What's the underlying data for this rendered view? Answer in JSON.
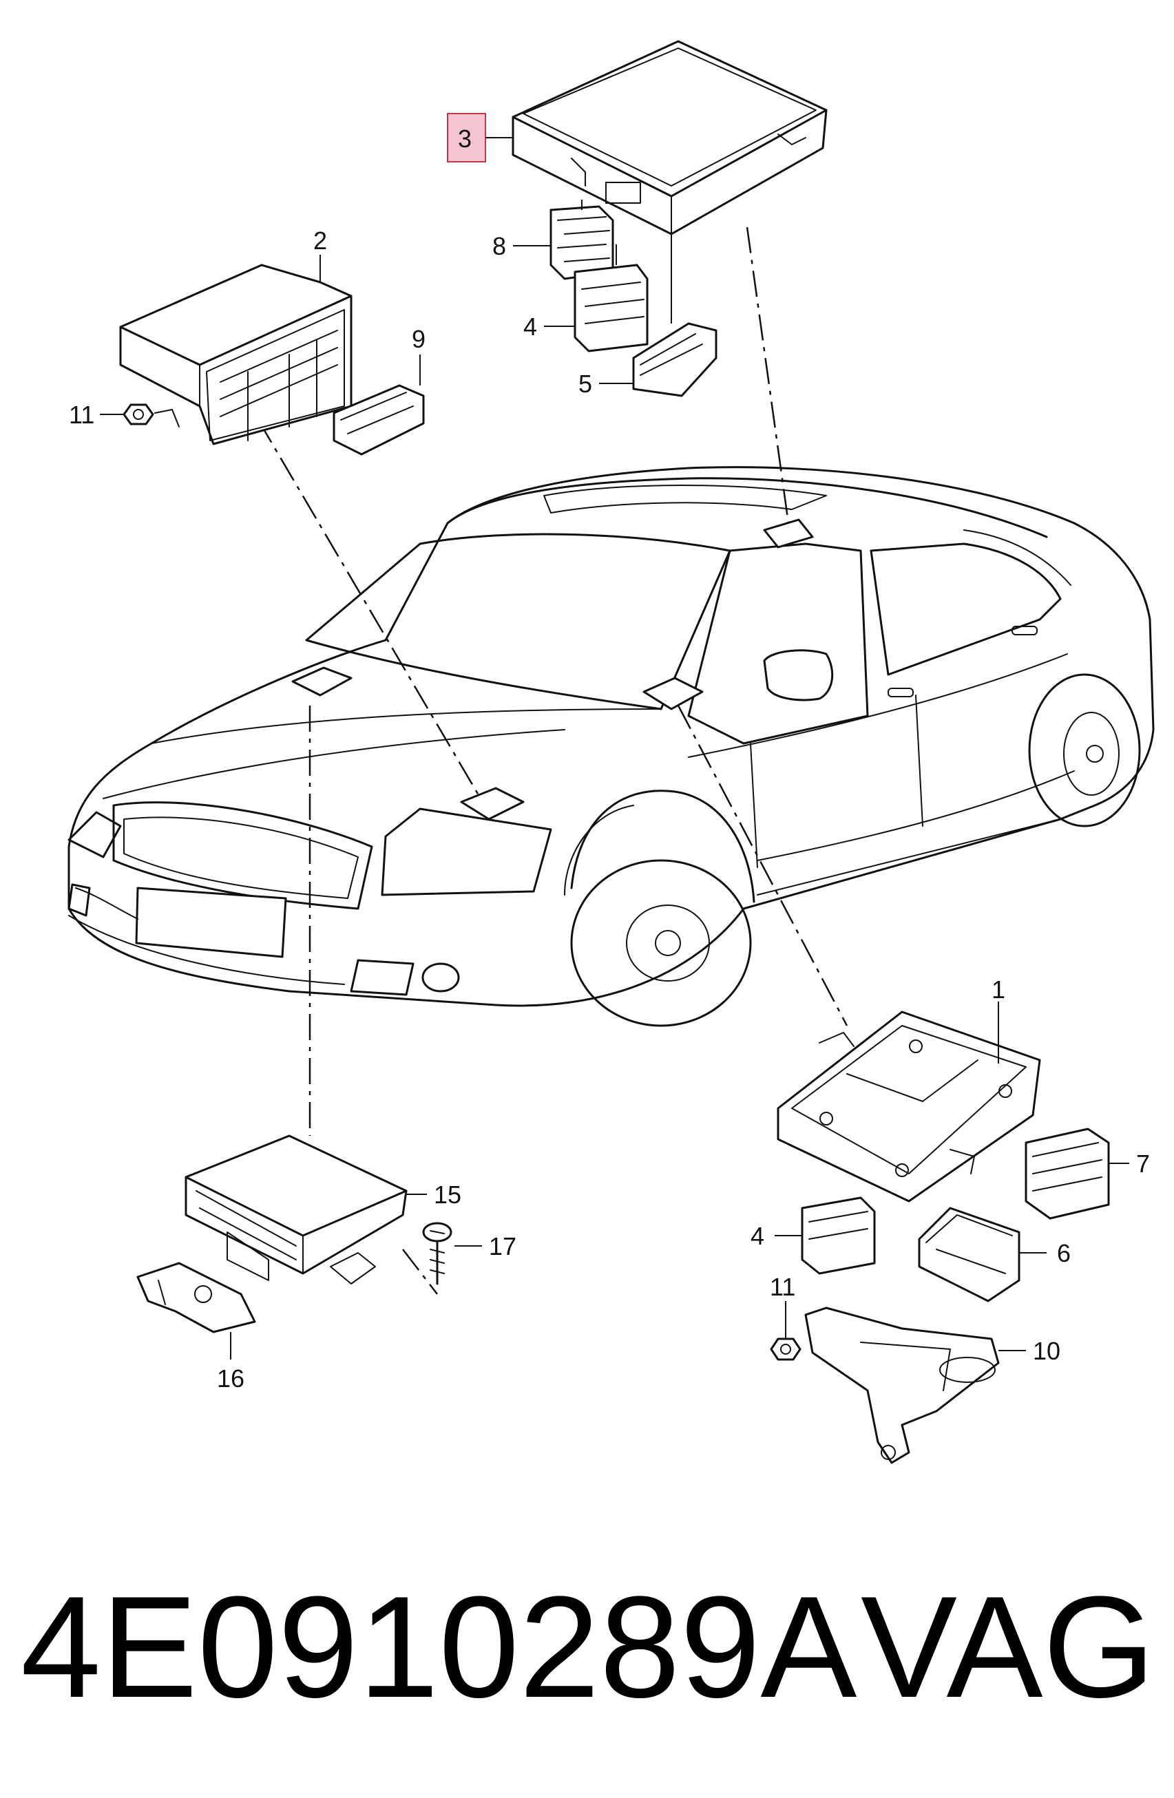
{
  "callouts": {
    "c1": "1",
    "c2": "2",
    "c3": "3",
    "c4a": "4",
    "c4b": "4",
    "c5": "5",
    "c6": "6",
    "c7": "7",
    "c8": "8",
    "c9": "9",
    "c10": "10",
    "c11a": "11",
    "c11b": "11",
    "c15": "15",
    "c16": "16",
    "c17": "17"
  },
  "highlight": {
    "callout": "3",
    "color": "#f4c6cf",
    "border": "#c0394f"
  },
  "footer": {
    "part_number": "4E0910289A",
    "brand": "VAG"
  }
}
